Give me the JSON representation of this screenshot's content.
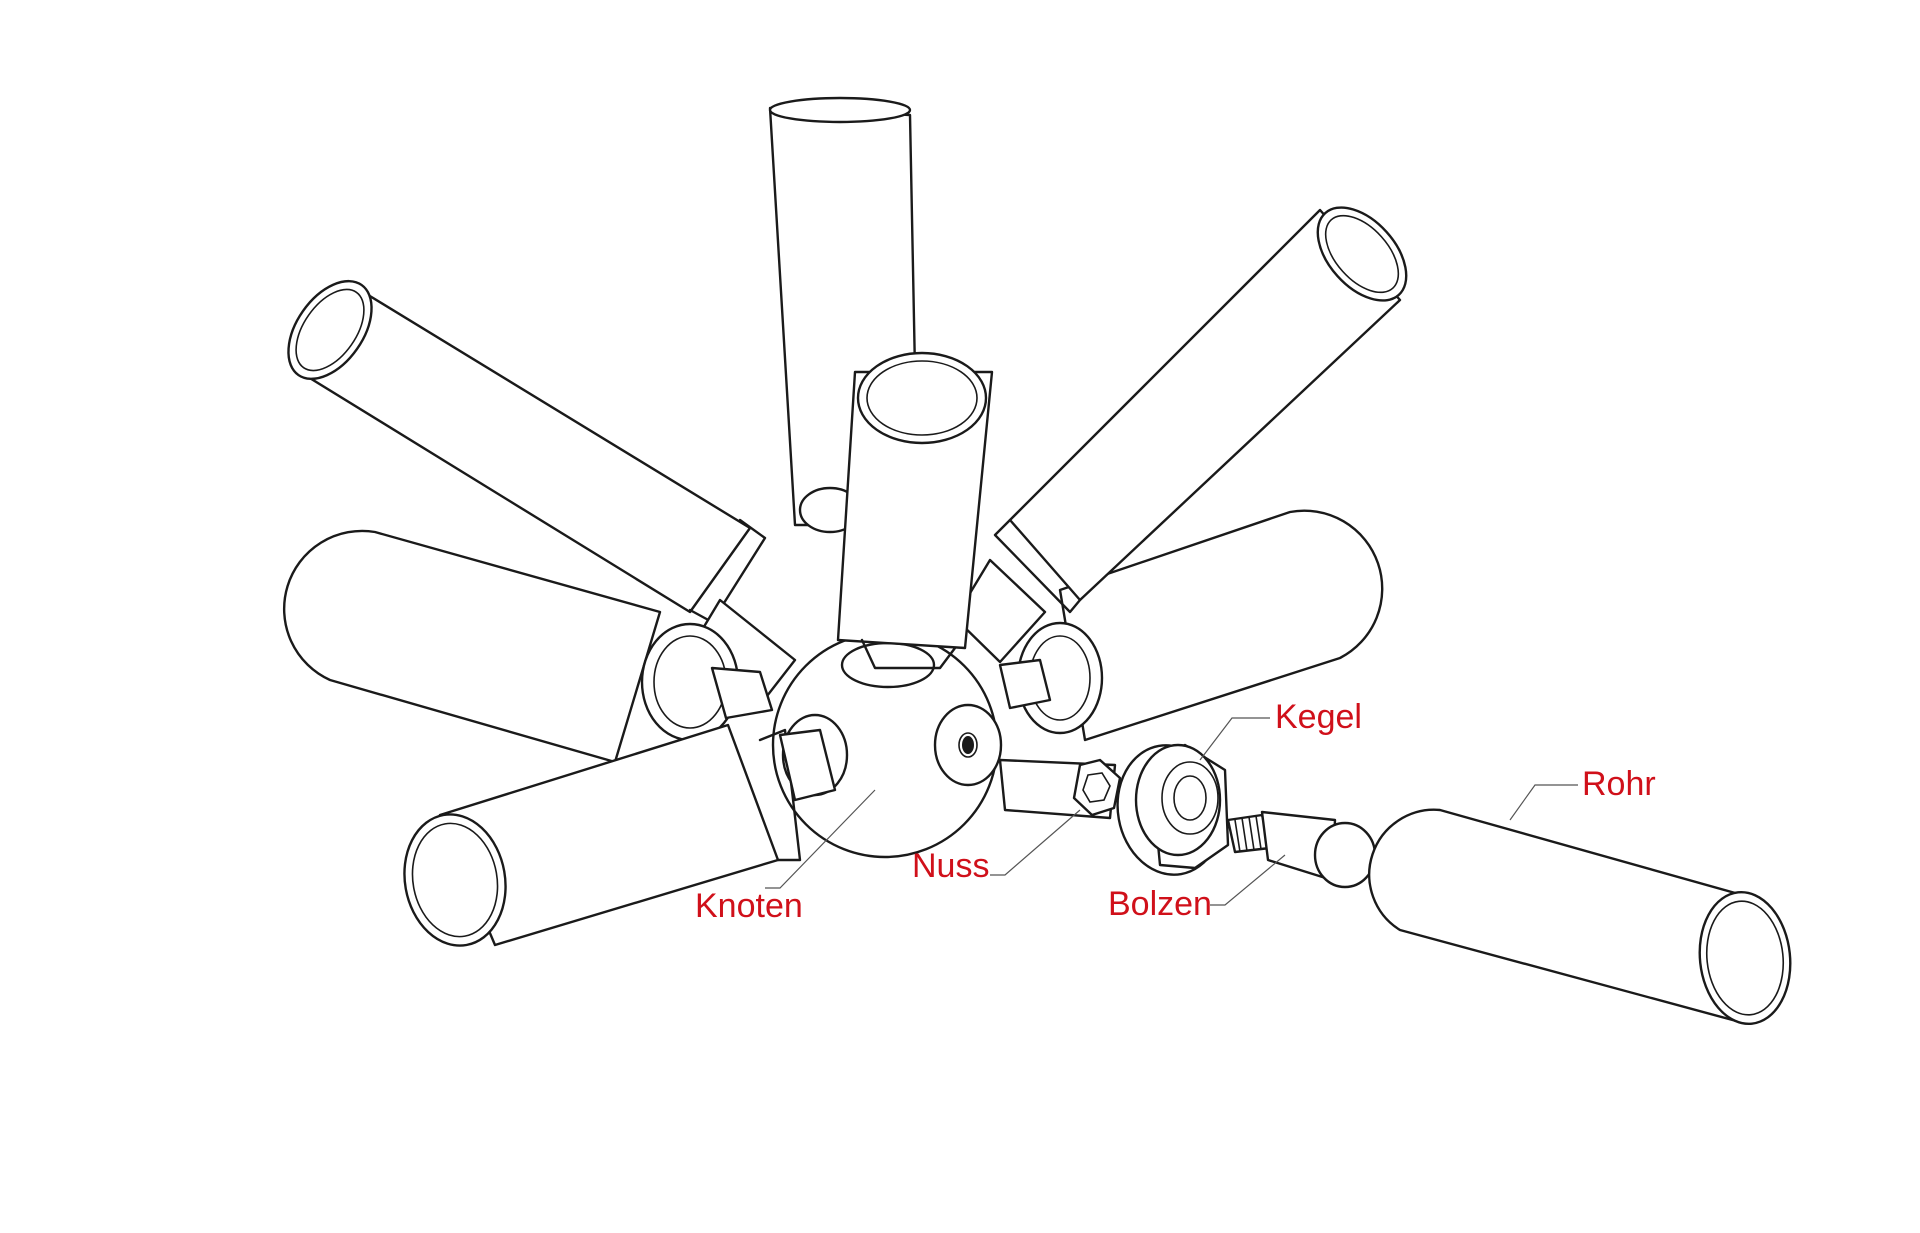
{
  "diagram": {
    "label_color": "#d0101a",
    "line_color": "#1a1a1a",
    "background": "#ffffff",
    "labels": {
      "kegel": "Kegel",
      "rohr": "Rohr",
      "nuss": "Nuss",
      "bolzen": "Bolzen",
      "knoten": "Knoten"
    }
  }
}
